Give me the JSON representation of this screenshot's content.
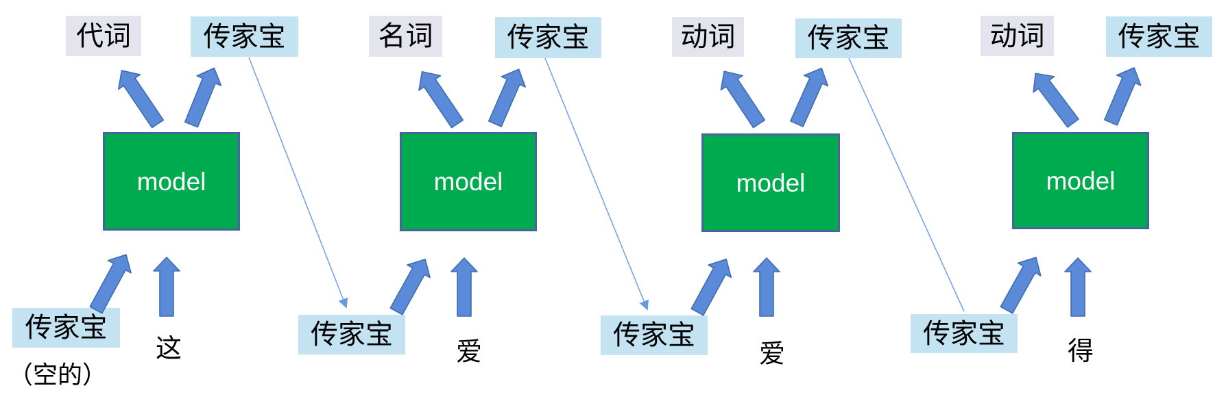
{
  "diagram": {
    "model_label": "model",
    "units": [
      {
        "output_pos": "代词",
        "output_heirloom": "传家宝",
        "input_heirloom": "传家宝",
        "input_heirloom_note": "（空的）",
        "input_token": "这"
      },
      {
        "output_pos": "名词",
        "output_heirloom": "传家宝",
        "input_heirloom": "传家宝",
        "input_token": "爱"
      },
      {
        "output_pos": "动词",
        "output_heirloom": "传家宝",
        "input_heirloom": "传家宝",
        "input_token": "爱"
      },
      {
        "output_pos": "动词",
        "output_heirloom": "传家宝",
        "input_heirloom": "传家宝",
        "input_token": "得"
      }
    ],
    "colors": {
      "model_fill": "#00ab4f",
      "model_border": "#46659e",
      "pos_label_bg": "#e4e4ee",
      "heirloom_label_bg": "#c3e3f2",
      "arrow_fill": "#5b8bd8",
      "arrow_stroke": "#3e6cb2",
      "carry_line": "#78a3e6",
      "model_text": "#ffffff",
      "label_text": "#000000"
    }
  }
}
